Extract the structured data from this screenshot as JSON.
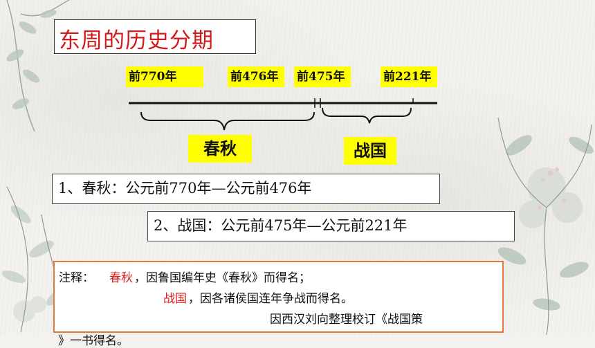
{
  "title": "东周的历史分期",
  "timeline": {
    "years": [
      "前770年",
      "前476年",
      "前475年",
      "前221年"
    ],
    "eras": [
      "春秋",
      "战国"
    ]
  },
  "periods": [
    "1、春秋：公元前770年—公元前476年",
    "2、战国：公元前475年—公元前221年"
  ],
  "note": {
    "label": "注释：",
    "line1_term": "春秋",
    "line1_rest": "，因鲁国编年史《春秋》而得名；",
    "line2_term": "战国",
    "line2_rest": "，因各诸侯国连年争战而得名。",
    "line3": "因西汉刘向整理校订《战国策",
    "line4": "》一书得名。"
  },
  "colors": {
    "title_red": "#d11a1a",
    "highlight_yellow": "#ffff00",
    "note_border": "#e07a3c",
    "term_red": "#e01b1b"
  }
}
